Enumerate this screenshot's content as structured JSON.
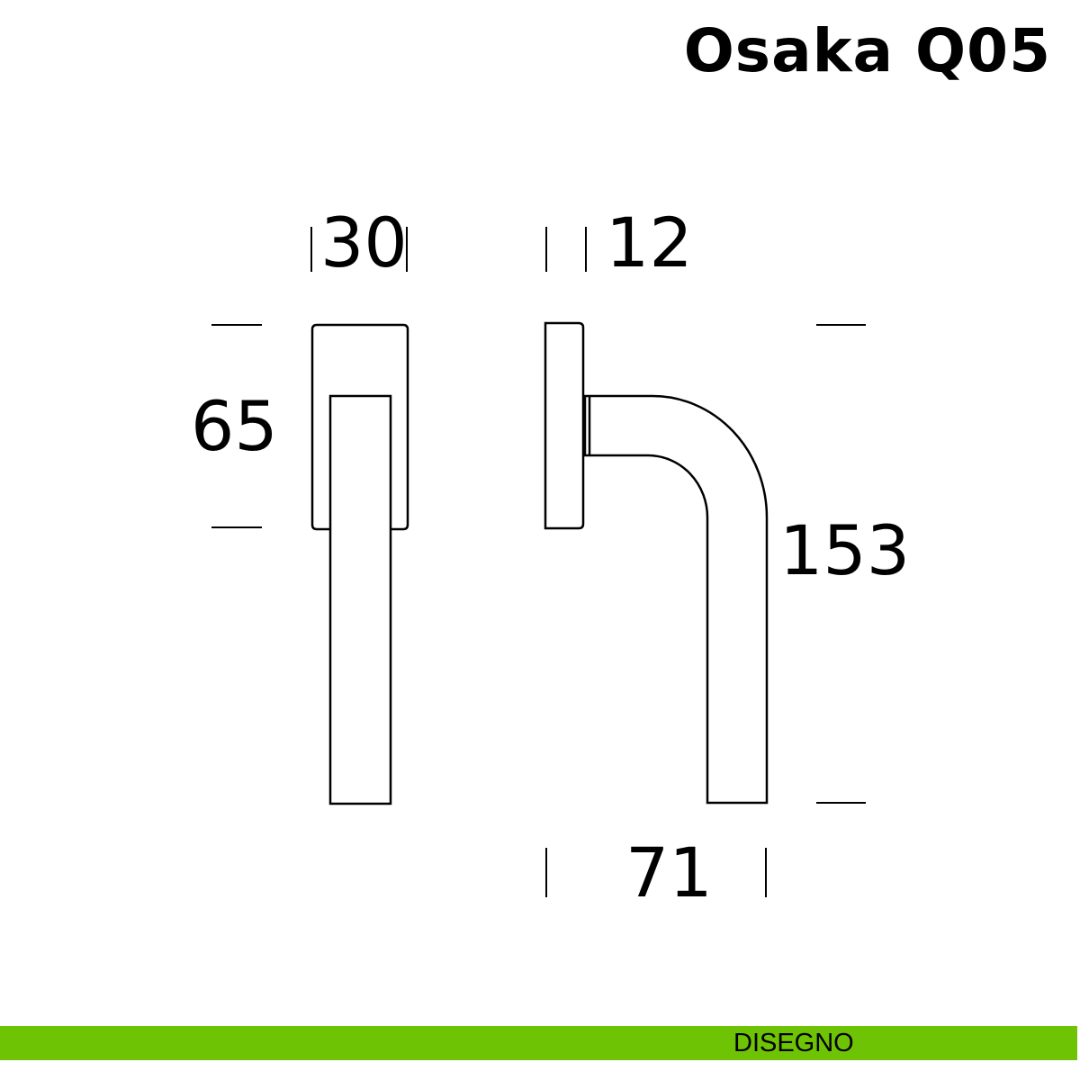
{
  "title": "Osaka Q05",
  "dimensions": {
    "front_width": "30",
    "rosette_height": "65",
    "side_depth": "12",
    "total_height": "153",
    "projection": "71"
  },
  "footer": {
    "label": "DISEGNO",
    "color": "#6fc305"
  }
}
